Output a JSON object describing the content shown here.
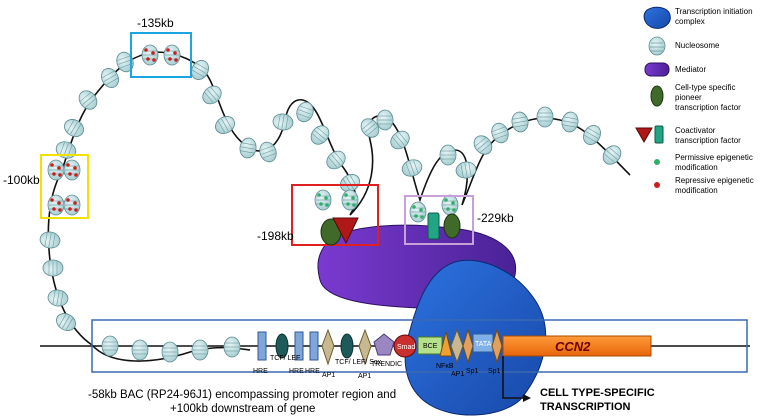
{
  "legend": [
    {
      "icon": "transcription-initiation-complex-icon",
      "label": "Transcription initiation complex",
      "color": "#1f5cc8"
    },
    {
      "icon": "nucleosome-icon",
      "label": "Nucleosome",
      "color": "#b9dde0"
    },
    {
      "icon": "mediator-icon",
      "label": "Mediator",
      "color": "#5a2aa8"
    },
    {
      "icon": "pioneer-factor-icon",
      "label": "Cell-type specific pioneer transcription factor",
      "color": "#3f6a2a"
    },
    {
      "icon": "coactivator-icon",
      "label": "Coactivator transcription factor",
      "color": "#b01818"
    },
    {
      "icon": "permissive-mark-icon",
      "label": "Permissive epigenetic modification",
      "color": "#2fae6a"
    },
    {
      "icon": "repressive-mark-icon",
      "label": "Repressive epigenetic modification",
      "color": "#c81e1e"
    }
  ],
  "regions": {
    "r135": "-135kb",
    "r100": "-100kb",
    "r198": "-198kb",
    "r229": "-229kb"
  },
  "gene_elements": {
    "hre1": "HRE",
    "tcf_lef": "TCF/ LEF",
    "hre2": "HRE",
    "hre3": "HRE",
    "ap1_1": "AP1",
    "tcf_lef_sox": "TCF/ LEF/ Sox",
    "ap1_2": "AP1",
    "trendic": "TRENDIC",
    "smad": "Smad",
    "bce": "BCE",
    "nfkb": "NFκB",
    "ap1_3": "AP1",
    "sp1_1": "Sp1",
    "tata": "TATA",
    "sp1_2": "Sp1",
    "gene": "CCN2"
  },
  "bac_text_line1": "-58kb BAC (RP24-96J1) encompassing promoter region and",
  "bac_text_line2": "+100kb downstream of gene",
  "transcription_line1": "CELL TYPE-SPECIFIC",
  "transcription_line2": "TRANSCRIPTION",
  "colors": {
    "tic": "#1f5cc8",
    "nucleosome": "#b9dde0",
    "mediator": "#5a2aa8",
    "pioneer": "#3f6a2a",
    "coactivator": "#b01818",
    "coactivator_green": "#22a585",
    "permissive": "#2fae6a",
    "repressive": "#c81e1e",
    "gene": "#f47a1a",
    "box_blue": "#3a69b0",
    "box_135": "#1aa6e0",
    "box_100": "#f2e200",
    "box_198": "#e02020",
    "box_229": "#c8a0d8"
  }
}
